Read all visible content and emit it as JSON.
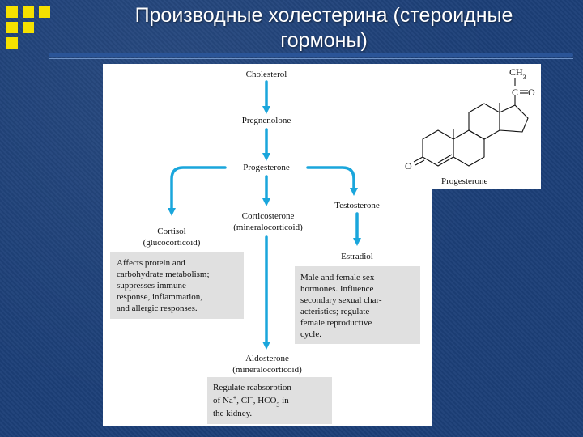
{
  "slide": {
    "title_line1": "Производные холестерина (стероидные",
    "title_line2": "гормоны)"
  },
  "colors": {
    "background": "#1c3f78",
    "accent_square": "#f5e100",
    "arrow": "#1aa6dc",
    "box_fill": "#e0e0e0"
  },
  "diagram": {
    "cholesterol": "Cholesterol",
    "pregnenolone": "Pregnenolone",
    "progesterone": "Progesterone",
    "testosterone": "Testosterone",
    "corticosterone": "Corticosterone",
    "corticosterone_class": "(mineralocorticoid)",
    "cortisol": "Cortisol",
    "cortisol_class": "(glucocorticoid)",
    "estradiol": "Estradiol",
    "aldosterone": "Aldosterone",
    "aldosterone_class": "(mineralocorticoid)",
    "cortisol_effects": [
      "Affects protein and",
      "carbohydrate metabolism;",
      "suppresses immune",
      "response, inflammation,",
      "and allergic responses."
    ],
    "sex_hormone_effects": [
      "Male and female sex",
      "hormones. Influence",
      "secondary sexual char-",
      "acteristics; regulate",
      "female reproductive",
      "cycle."
    ],
    "aldosterone_effects": {
      "line1": "Regulate reabsorption",
      "line2_prefix": "of Na",
      "plus": "+",
      "sep1": ", Cl",
      "minus": "−",
      "sep2": ", HCO",
      "sub3": "3",
      "line2_suffix": " in",
      "line3": "the kidney."
    }
  },
  "structure": {
    "ch3": "CH",
    "ch3_sub": "3",
    "carbonyl_c": "C",
    "carbonyl_o": "O",
    "ketone_o": "O",
    "caption": "Progesterone"
  }
}
